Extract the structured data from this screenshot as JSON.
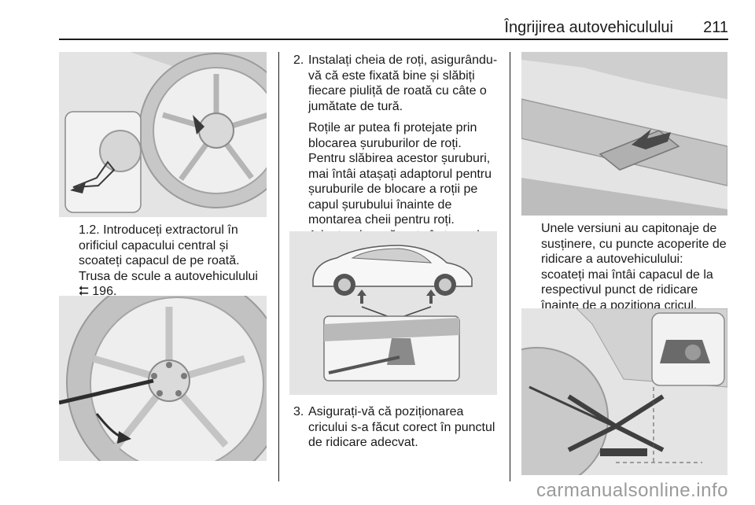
{
  "header": {
    "title": "Îngrijirea autovehiculului",
    "page_number": "211"
  },
  "col1": {
    "step": "1.2. Introduceți extractorul în orificiul capacului central și scoateți capacul de pe roată. Trusa de scule a autovehiculului",
    "ref": "196."
  },
  "col2": {
    "step2_num": "2.",
    "step2_text": "Instalați cheia de roți, asigurându-vă că este fixată bine și slăbiți fiecare piuliță de roată cu câte o jumătate de tură.",
    "note": "Roțile ar putea fi protejate prin blocarea șuruburilor de roți. Pentru slăbirea acestor șuruburi, mai întâi atașați adaptorul pentru șuruburile de blocare a roții pe capul șurubului înainte de montarea cheii pentru roți. Adaptorul se găsește în torpedou.",
    "step3_num": "3.",
    "step3_text": "Asigurați-vă că poziționarea cricului s-a făcut corect în punctul de ridicare adecvat."
  },
  "col3": {
    "text": "Unele versiuni au capitonaje de susținere, cu puncte acoperite de ridicare a autovehiculului: scoateți mai întâi capacul de la respectivul punct de ridicare înainte de a poziționa cricul."
  },
  "footer": {
    "watermark": "carmanualsonline.info"
  },
  "icons": {
    "reference": "reference-arrow-icon"
  }
}
